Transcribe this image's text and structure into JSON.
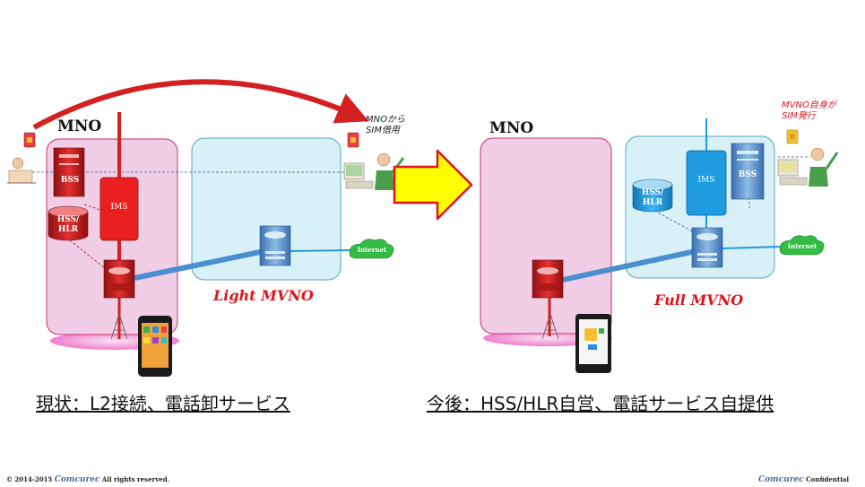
{
  "left": {
    "mno_label": "MNO",
    "sim_note": [
      "MNOから",
      "SIM借用"
    ],
    "bss": "BSS",
    "ims": "IMS",
    "hss_hlr": [
      "HSS/",
      "HLR"
    ],
    "internet": "Internet",
    "mvno_label": "Light MVNO",
    "caption": "現状：L2接続、電話卸サービス"
  },
  "right": {
    "mno_label": "MNO",
    "sim_note": [
      "MVNO自身が",
      "SIM発行"
    ],
    "ims": "IMS",
    "bss": "BSS",
    "hss_hlr": [
      "HSS/",
      "HLR"
    ],
    "internet": "Internet",
    "mvno_label": "Full MVNO",
    "caption": "今後：HSS/HLR自営、電話サービス自提供"
  },
  "footer": {
    "copyright": "© 2014-2015",
    "company": "Comcurec",
    "rights": "All rights reserved.",
    "confidential": "Confidential"
  },
  "colors": {
    "mno_zone": "#f2cde6",
    "mvno_zone": "#d7f1f6",
    "red_equipment": "#d42020",
    "blue_equipment": "#1f9be0",
    "arrow_fill": "#ffff00",
    "arrow_outline": "#e0141e",
    "internet_cloud": "#33bb44"
  }
}
